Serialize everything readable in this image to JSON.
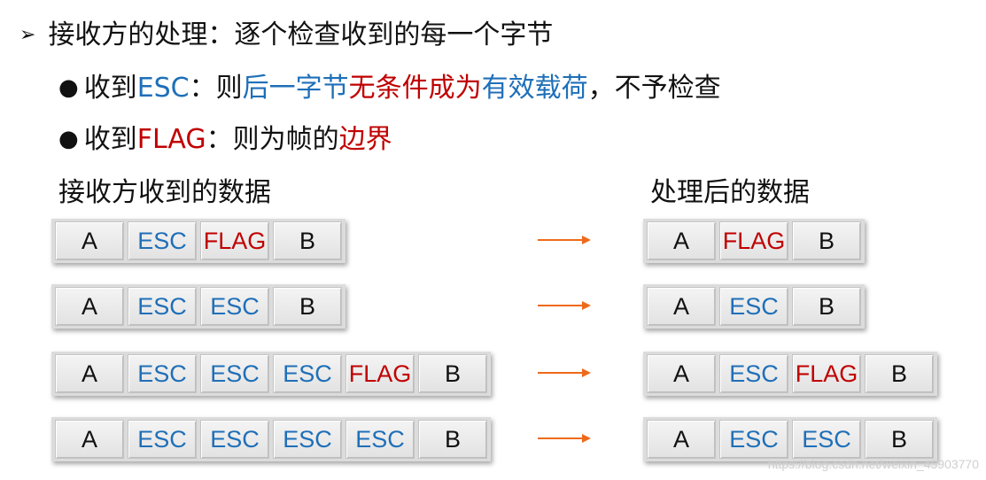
{
  "heading": {
    "bullet": "➢",
    "text": "接收方的处理：逐个检查收到的每一个字节"
  },
  "rules": [
    {
      "bullet": "●",
      "prefix": "收到",
      "keyword": "ESC",
      "colon": "：则",
      "part_blue1": "后一字节",
      "part_red": "无条件成为",
      "part_blue2": "有效载荷",
      "suffix": "，不予检查"
    },
    {
      "bullet": "●",
      "prefix": "收到",
      "keyword": "FLAG",
      "colon": "：则为帧的",
      "part_red": "边界"
    }
  ],
  "captions": {
    "received": "接收方收到的数据",
    "processed": "处理后的数据"
  },
  "examples": [
    {
      "input": [
        "A",
        "ESC",
        "FLAG",
        "B"
      ],
      "output": [
        "A",
        "FLAG",
        "B"
      ]
    },
    {
      "input": [
        "A",
        "ESC",
        "ESC",
        "B"
      ],
      "output": [
        "A",
        "ESC",
        "B"
      ]
    },
    {
      "input": [
        "A",
        "ESC",
        "ESC",
        "ESC",
        "FLAG",
        "B"
      ],
      "output": [
        "A",
        "ESC",
        "FLAG",
        "B"
      ]
    },
    {
      "input": [
        "A",
        "ESC",
        "ESC",
        "ESC",
        "ESC",
        "B"
      ],
      "output": [
        "A",
        "ESC",
        "ESC",
        "B"
      ]
    }
  ],
  "colors": {
    "esc": "#1f6fb8",
    "flag": "#c00000",
    "arrow": "#ee6a1b"
  },
  "watermark": "https://blog.csdn.net/weixin_45903770"
}
